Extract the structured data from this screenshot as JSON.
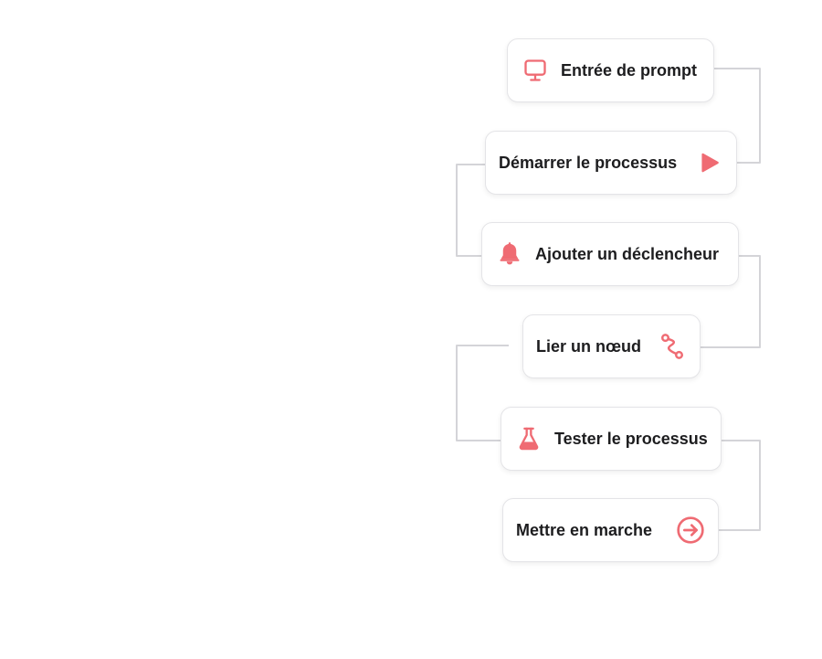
{
  "colors": {
    "accent": "#ef6b73",
    "text": "#1d1d1f",
    "card_border": "#e4e4e7",
    "connector": "#d4d4d8"
  },
  "steps": [
    {
      "label": "Entrée de prompt",
      "icon": "monitor-icon"
    },
    {
      "label": "Démarrer le processus",
      "icon": "play-icon"
    },
    {
      "label": "Ajouter un déclencheur",
      "icon": "bell-icon"
    },
    {
      "label": "Lier un nœud",
      "icon": "route-icon"
    },
    {
      "label": "Tester le processus",
      "icon": "flask-icon"
    },
    {
      "label": "Mettre en marche",
      "icon": "arrow-circle-right-icon"
    }
  ]
}
